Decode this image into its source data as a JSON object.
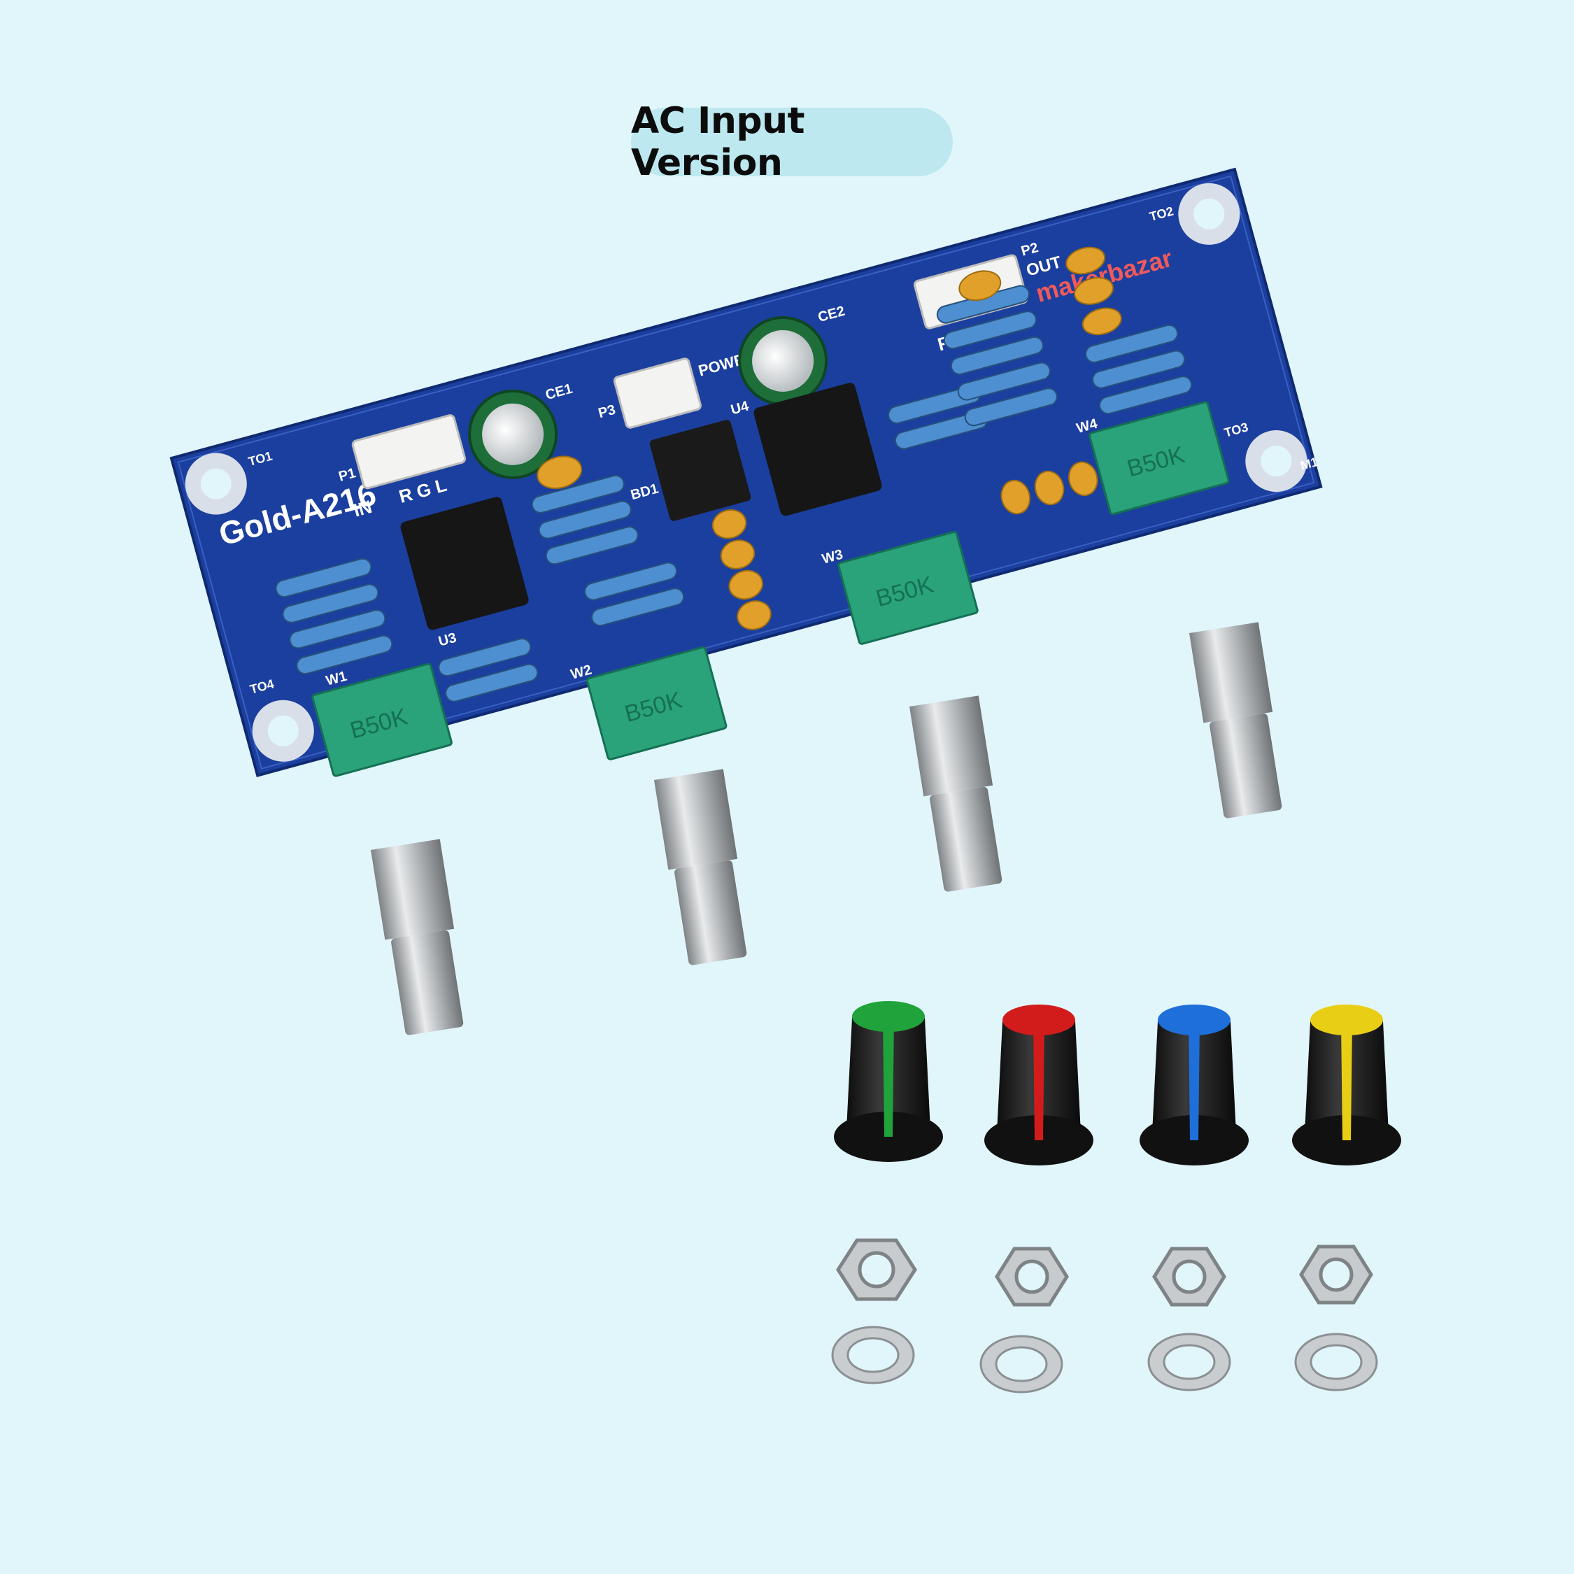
{
  "header": {
    "title": "AC Input Version"
  },
  "board": {
    "model": "Gold-A216",
    "brand": "makerbazar",
    "pot_marking": "B50K",
    "connectors": {
      "in": "IN",
      "power": "POWER",
      "out": "OUT",
      "rgl": "R G L",
      "p1": "P1",
      "p2": "P2",
      "p3": "P3"
    },
    "capacitors": {
      "ce1": "CE1",
      "ce2": "CE2"
    },
    "ics": [
      "U3",
      "U4",
      "BD1"
    ],
    "pots": [
      "W1",
      "W2",
      "W3",
      "W4"
    ],
    "mounting_holes": [
      "TO1",
      "TO2",
      "TO3",
      "TO4"
    ],
    "m1": "M1"
  },
  "accessories": {
    "knob_colors": [
      "#1fa33a",
      "#d21c1c",
      "#1e6fd9",
      "#e8cf16"
    ],
    "knob_count": 4,
    "nut_count": 4,
    "washer_count": 4
  },
  "colors": {
    "background": "#e1f6fb",
    "pill": "#bde8ef",
    "pcb": "#1b3f9e",
    "pot_body": "#2aa37a"
  }
}
